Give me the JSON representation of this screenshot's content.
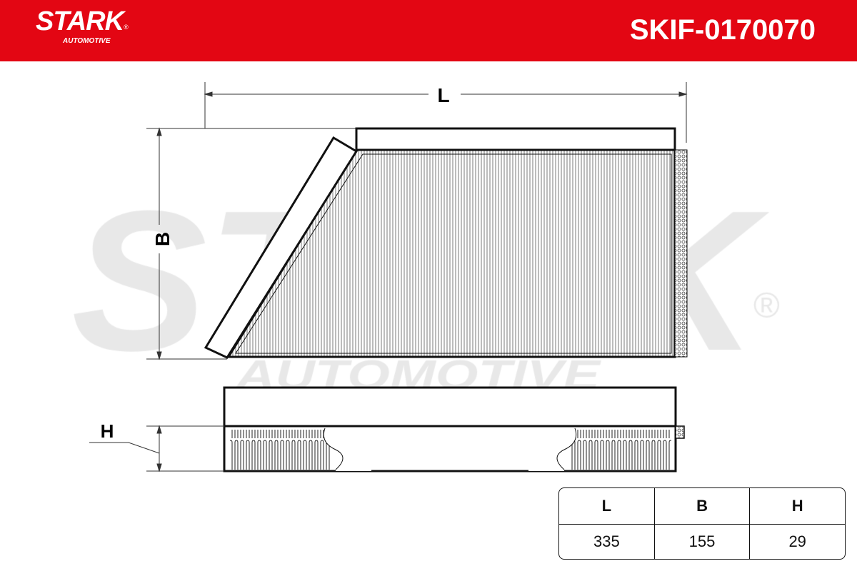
{
  "header": {
    "brand": "STARK",
    "brand_sub": "AUTOMOTIVE",
    "part_number": "SKIF-0170070",
    "color": "#e30613"
  },
  "watermark": {
    "text": "STARK",
    "sub": "AUTOMOTIVE",
    "reg": "®"
  },
  "drawing": {
    "label_l": "L",
    "label_b": "B",
    "label_h": "H"
  },
  "dimensions": {
    "headers": [
      "L",
      "B",
      "H"
    ],
    "values": [
      "335",
      "155",
      "29"
    ]
  }
}
